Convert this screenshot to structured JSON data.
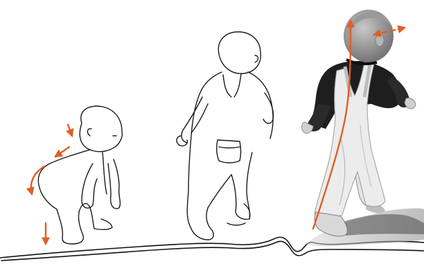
{
  "illustration": {
    "figures": [
      {
        "name": "crouching-baby",
        "style": "line drawing"
      },
      {
        "name": "walking-toddler",
        "style": "line drawing"
      },
      {
        "name": "walking-child",
        "style": "grayscale photograph"
      }
    ],
    "arrow_color": "#e25d24",
    "line_color": "#111111",
    "background": "#ffffff"
  }
}
